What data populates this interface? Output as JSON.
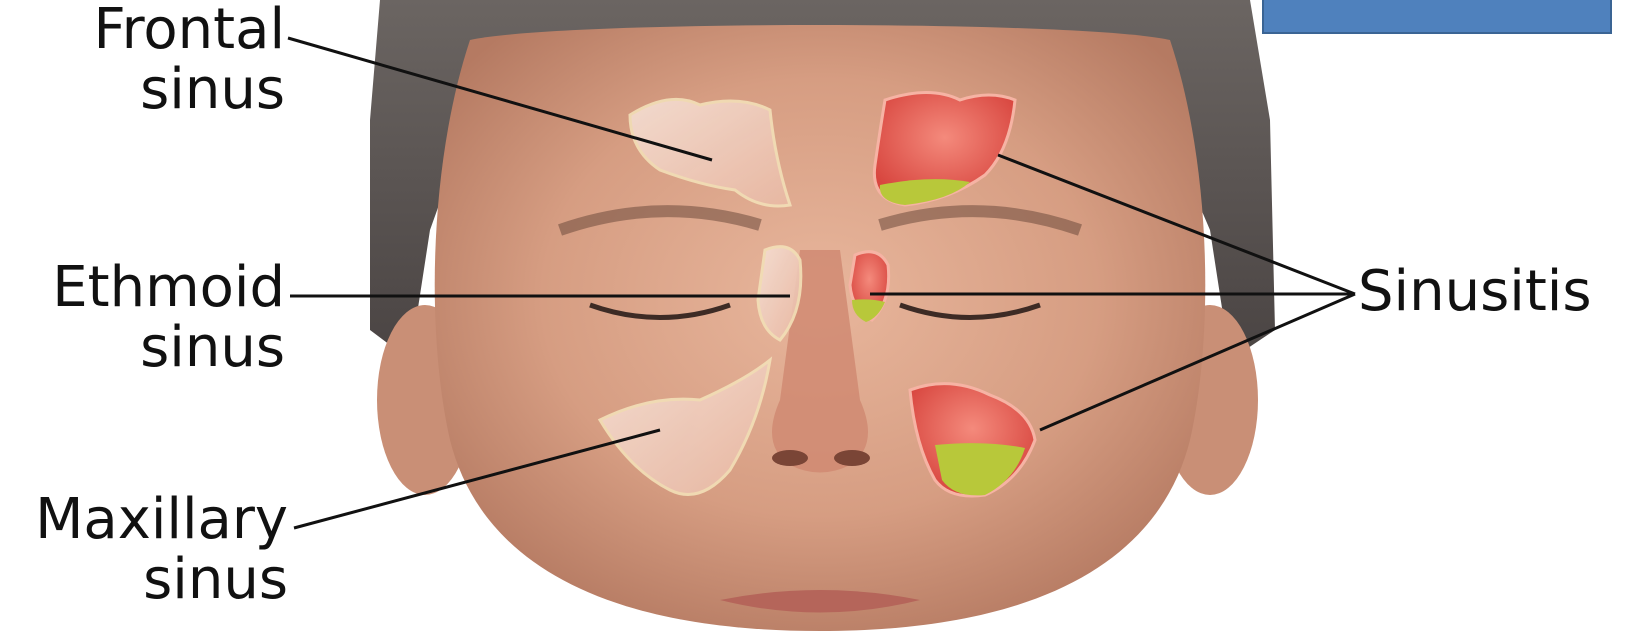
{
  "labels": {
    "frontal": {
      "line1": "Frontal",
      "line2": "sinus"
    },
    "ethmoid": {
      "line1": "Ethmoid",
      "line2": "sinus"
    },
    "maxillary": {
      "line1": "Maxillary",
      "line2": "sinus"
    },
    "sinusitis": "Sinusitis"
  },
  "colors": {
    "text": "#111111",
    "leader_line": "#111111",
    "blue_box": "#4f81bd",
    "skin": "#d9a48c",
    "hair": "#5a5350",
    "sinus_healthy": "#f2d2c2",
    "sinus_inflamed": "#e8574f",
    "sinus_fluid": "#b8c83a"
  }
}
